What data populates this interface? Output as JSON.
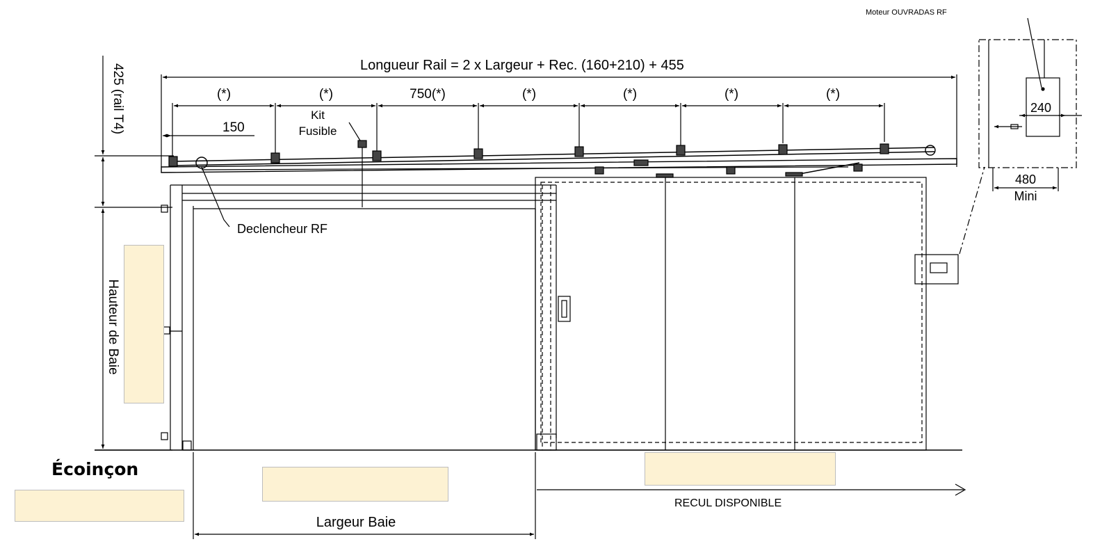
{
  "labels": {
    "moteur": "Moteur OUVRADAS RF",
    "rail_length": "Longueur Rail = 2 x Largeur + Rec. (160+210) + 455",
    "star": "(*)",
    "star750": "750(*)",
    "dim150": "150",
    "kit_line1": "Kit",
    "kit_line2": "Fusible",
    "declencheur": "Declencheur RF",
    "rail_t4": "425 (rail T4)",
    "hauteur": "Hauteur de Baie",
    "dim240": "240",
    "dim480": "480",
    "mini": "Mini",
    "recul": "RECUL DISPONIBLE",
    "largeur": "Largeur Baie",
    "ecoincon": "Écoinçon"
  },
  "inputs": {
    "hauteur_value": "",
    "ecoincon_value": "",
    "largeur_value": "",
    "recul_value": ""
  },
  "colors": {
    "input_fill": "#fdf2d3",
    "line": "#000000"
  }
}
